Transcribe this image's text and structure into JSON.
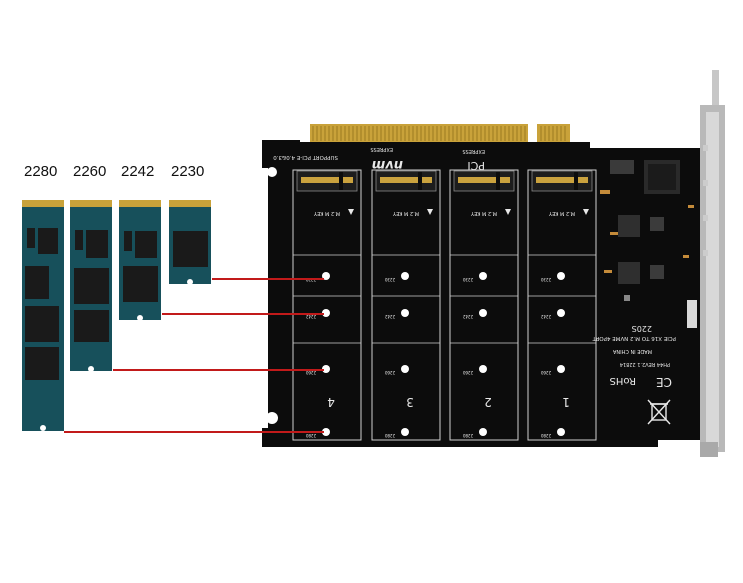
{
  "ssd_sizes": {
    "s2280": "2280",
    "s2260": "2260",
    "s2242": "2242",
    "s2230": "2230"
  },
  "card": {
    "slots": [
      {
        "number": "4",
        "key_label": "M.2 M KEY"
      },
      {
        "number": "3",
        "key_label": "M.2 M KEY"
      },
      {
        "number": "2",
        "key_label": "M.2 M KEY"
      },
      {
        "number": "1",
        "key_label": "M.2 M KEY"
      }
    ],
    "pcie_logo_line1": "PCI",
    "pcie_logo_line2": "EXPRESS",
    "nvme_logo": "nvm",
    "nvme_express": "EXPRESS",
    "support_text": "SUPPORT PCI-E 4.0&3.0",
    "model_text": "PCIE X16 TO M.2 NVME 4PORT",
    "date_code": "220S",
    "made_in": "MADE IN CHINA",
    "rev_text": "PH44 REV2.1 22814",
    "rohs": "RoHS",
    "ce": "CE",
    "hole_labels": {
      "h2230": "2230",
      "h2242": "2242",
      "h2260": "2260",
      "h2280": "2280"
    }
  },
  "colors": {
    "ssd_pcb": "#17505b",
    "ssd_chip": "#1a1a1a",
    "gold": "#c9a23a",
    "card_pcb": "#0c0c0c",
    "guide_line": "#c21a1a",
    "bracket": "#b9b9b9"
  }
}
